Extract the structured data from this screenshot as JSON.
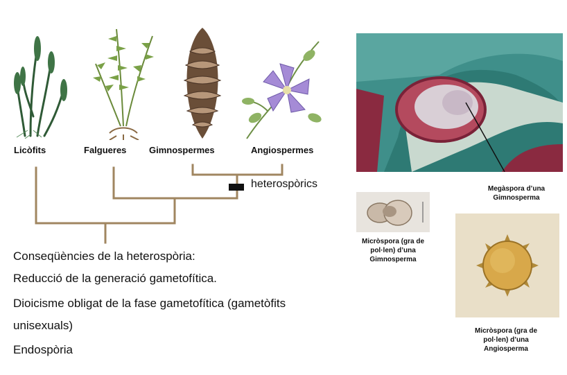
{
  "cladogram": {
    "taxa": [
      "Licòfits",
      "Falgueres",
      "Gimnospermes",
      "Angiospermes"
    ],
    "marker_label": "heterospòrics"
  },
  "consequences": {
    "heading": "Conseqüències de la heterospòria:",
    "items": [
      "Reducció de la generació gametofítica.",
      "Dioicisme obligat  de la fase gametofítica (gametòfits",
      "unisexuals)",
      "Endospòria"
    ]
  },
  "captions": {
    "megaspore": [
      "Megàspora d’una",
      "Gimnosperma"
    ],
    "microspore_gymno": [
      "Micròspora (gra de",
      "pol·len) d’una",
      "Gimnosperma"
    ],
    "microspore_angio": [
      "Micròspora (gra de",
      "pol·len) d’una",
      "Angiosperma"
    ]
  },
  "colors": {
    "tree_lines": "#a08660",
    "marker": "#111111"
  }
}
